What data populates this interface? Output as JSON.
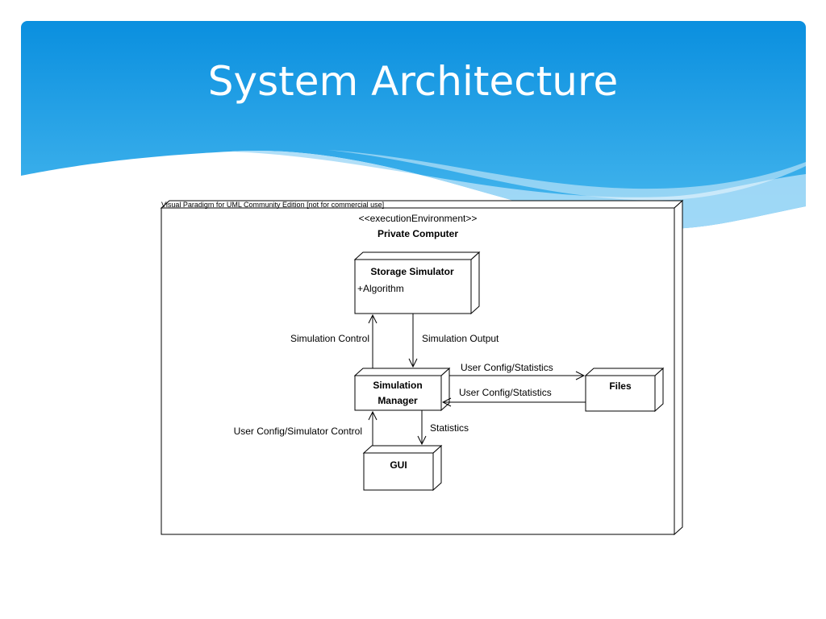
{
  "slide": {
    "title": "System Architecture"
  },
  "diagram": {
    "watermark": "Visual Paradigm for UML Community Edition [not for commercial use]",
    "environment": {
      "stereotype": "<<executionEnvironment>>",
      "name": "Private Computer"
    },
    "nodes": {
      "storage_simulator": {
        "name": "Storage Simulator",
        "attribute": "+Algorithm"
      },
      "simulation_manager": {
        "line1": "Simulation",
        "line2": "Manager"
      },
      "files": {
        "name": "Files"
      },
      "gui": {
        "name": "GUI"
      }
    },
    "connectors": {
      "simulation_control": "Simulation Control",
      "simulation_output": "Simulation Output",
      "user_config_statistics_out": "User Config/Statistics",
      "user_config_statistics_in": "User Config/Statistics",
      "user_config_simulator_control": "User Config/Simulator Control",
      "statistics": "Statistics"
    }
  },
  "colors": {
    "header_top": "#0a8fdf",
    "header_bottom": "#48b8ee",
    "wave_light": "#a9dbf7"
  }
}
